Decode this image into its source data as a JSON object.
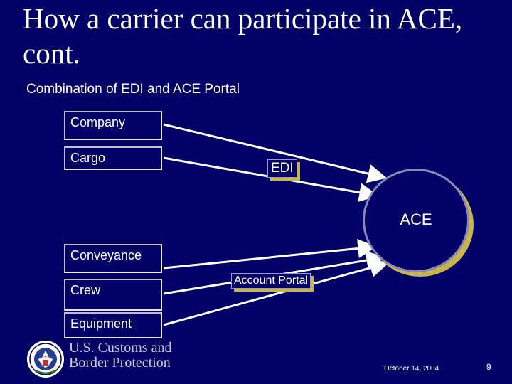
{
  "slide": {
    "title": "How a carrier can participate in ACE, cont.",
    "subtitle": "Combination of EDI and ACE Portal",
    "date": "October 14, 2004",
    "page_number": "9"
  },
  "boxes": {
    "company": "Company",
    "cargo": "Cargo",
    "conveyance": "Conveyance",
    "crew": "Crew",
    "equipment": "Equipment"
  },
  "channels": {
    "edi": "EDI",
    "portal": "Account Portal"
  },
  "target": {
    "ace": "ACE"
  },
  "logo": {
    "line1": "U.S. Customs and",
    "line2": "Border Protection",
    "seal_icon": "dhs-seal-icon"
  },
  "colors": {
    "background": "#000066",
    "tag_shadow": "#c8b44a",
    "text": "#ffffff"
  }
}
